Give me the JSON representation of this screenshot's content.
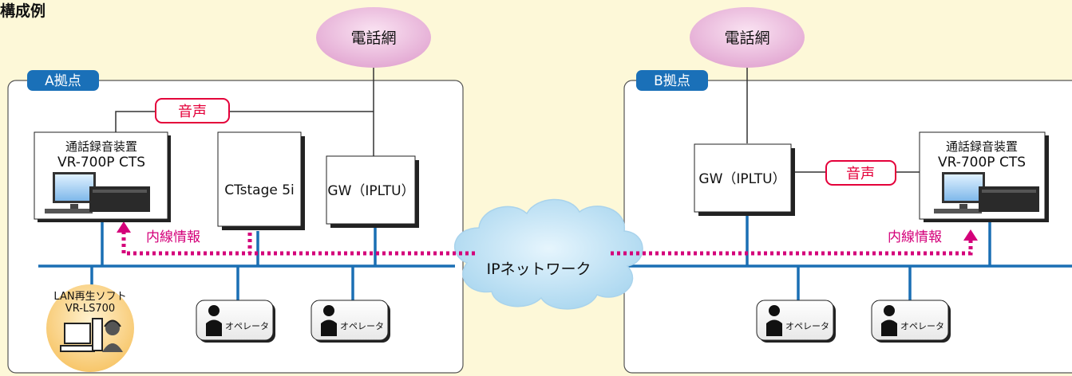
{
  "page_title": "構成例",
  "phone_network": {
    "label": "電話網"
  },
  "ip_network": {
    "label": "IPネットワーク"
  },
  "sites": [
    {
      "label": "A拠点",
      "recorder": {
        "line1": "通話録音装置",
        "line2": "VR-700P CTS"
      },
      "ctstage": {
        "label": "CTstage 5i"
      },
      "gateway": {
        "label": "GW（IPLTU）"
      },
      "voice_label": "音声",
      "extension_info_label": "内線情報",
      "operators": [
        "オペレータ",
        "オペレータ"
      ],
      "lan_playback": {
        "line1": "LAN再生ソフト",
        "line2": "VR-LS700"
      }
    },
    {
      "label": "B拠点",
      "gateway": {
        "label": "GW（IPLTU）"
      },
      "voice_label": "音声",
      "recorder": {
        "line1": "通話録音装置",
        "line2": "VR-700P CTS"
      },
      "extension_info_label": "内線情報",
      "operators": [
        "オペレータ",
        "オペレータ"
      ]
    }
  ],
  "colors": {
    "background": "#fdf8d8",
    "network_line": "#1a6fb4",
    "site_tag": "#1a70b8",
    "voice_red": "#e4003a",
    "extension_info_magenta": "#d4007a",
    "phone_cloud": "#ecbde0",
    "ip_cloud": "#c2e4f6"
  }
}
